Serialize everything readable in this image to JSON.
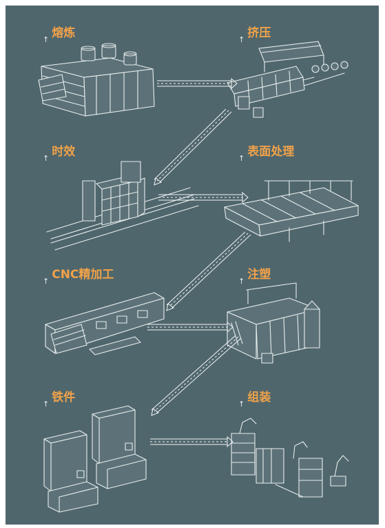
{
  "colors": {
    "background": "#4f666c",
    "label": "#f0a24a",
    "line": "#e9eeee"
  },
  "steps": [
    {
      "id": "melting",
      "label": "熔炼",
      "icon": "melting-furnace-icon"
    },
    {
      "id": "extrusion",
      "label": "挤压",
      "icon": "extrusion-press-icon"
    },
    {
      "id": "aging",
      "label": "时效",
      "icon": "aging-oven-icon"
    },
    {
      "id": "surface",
      "label": "表面处理",
      "icon": "surface-treatment-line-icon"
    },
    {
      "id": "cnc",
      "label": "CNC精加工",
      "icon": "cnc-machine-icon"
    },
    {
      "id": "injection",
      "label": "注塑",
      "icon": "injection-molding-icon"
    },
    {
      "id": "ironparts",
      "label": "铁件",
      "icon": "iron-parts-machine-icon"
    },
    {
      "id": "assembly",
      "label": "组装",
      "icon": "assembly-robot-icon"
    }
  ]
}
